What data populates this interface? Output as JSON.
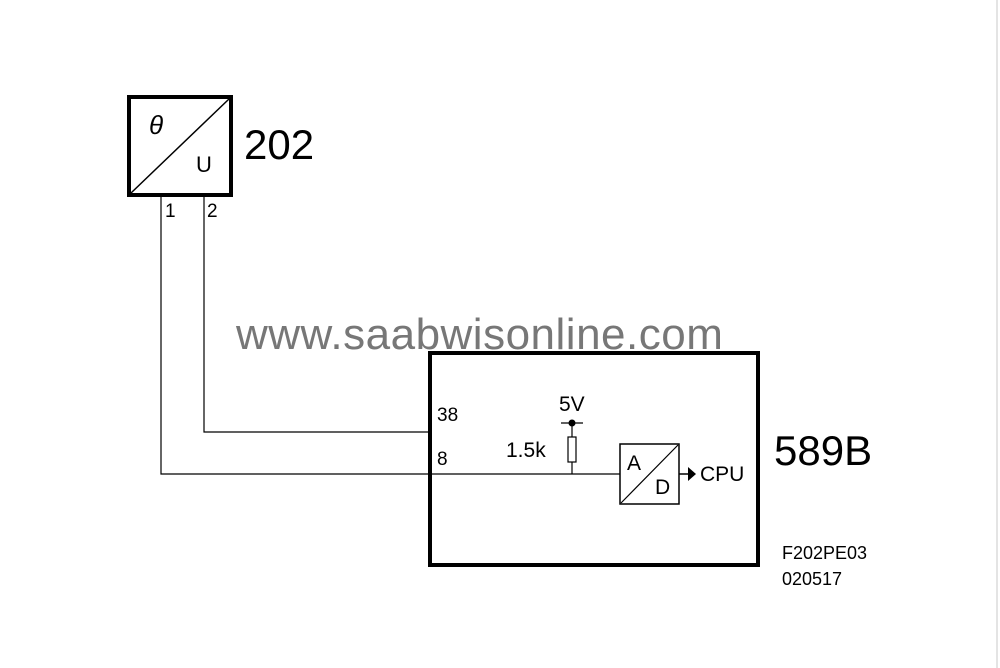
{
  "sensor": {
    "id": "202",
    "input_symbol": "θ",
    "output_symbol": "U",
    "pins": [
      "1",
      "2"
    ]
  },
  "ecu": {
    "id": "589B",
    "pins": [
      "38",
      "8"
    ],
    "supply": "5V",
    "resistor": "1.5k",
    "adc": {
      "in": "A",
      "out": "D"
    },
    "output": "CPU"
  },
  "drawing_ref": {
    "code": "F202PE03",
    "date": "020517"
  },
  "watermark": "www.saabwisonline.com"
}
